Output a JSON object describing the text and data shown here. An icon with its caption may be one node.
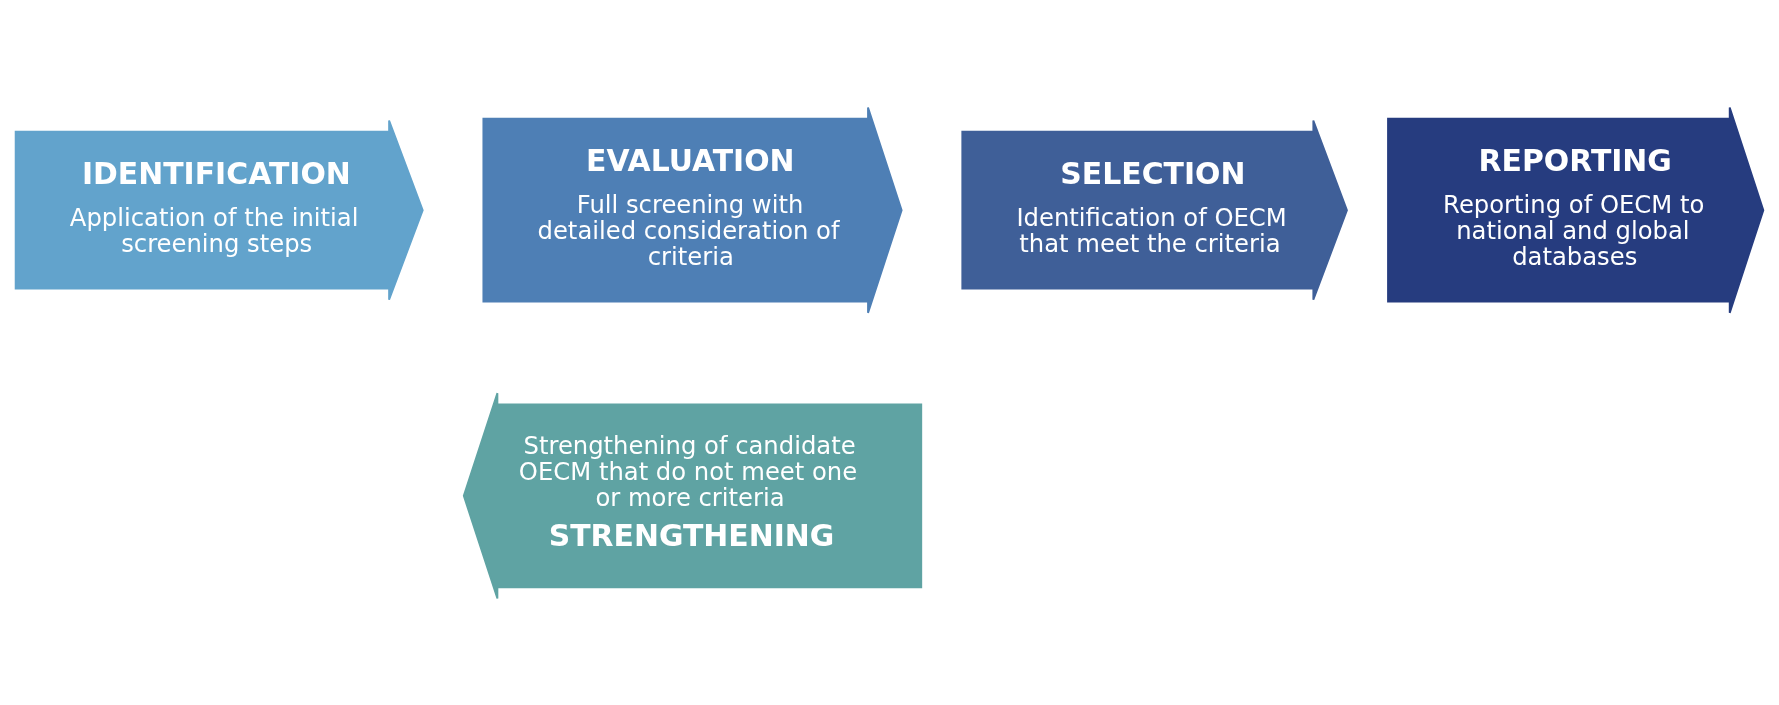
{
  "diagram": {
    "nodes": [
      {
        "text": [
          "IDENTIFICATION",
          "Application of the initial screening steps"
        ]
      },
      {
        "text": [
          "EVALUATION",
          "Full screening with detailed consideration of criteria"
        ]
      },
      {
        "text": [
          "SELECTION",
          "Identification of OECM that meet the criteria"
        ]
      },
      {
        "text": [
          "REPORTING",
          "Reporting of OECM to national and global databases"
        ]
      },
      {
        "text": [
          "Strengthening of candidate OECM that do not meet one or more criteria",
          "STRENGTHENING"
        ]
      }
    ]
  }
}
